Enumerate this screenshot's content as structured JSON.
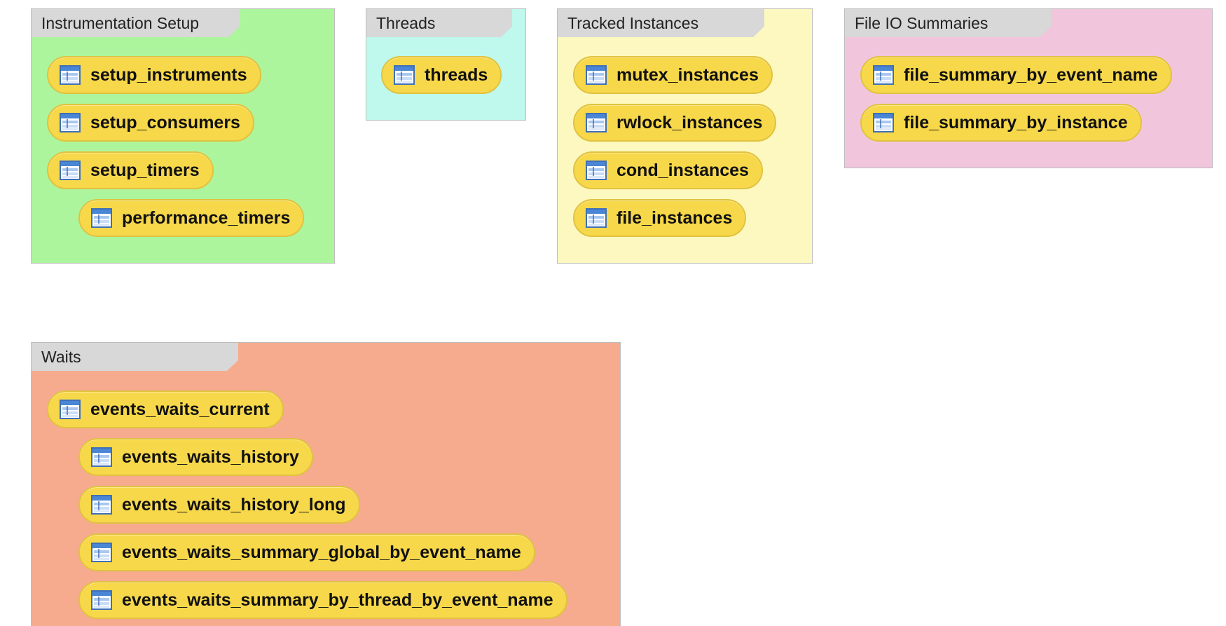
{
  "groups": [
    {
      "title": "Instrumentation Setup",
      "color": "#adf59c",
      "tables": [
        "setup_instruments",
        "setup_consumers",
        "setup_timers",
        "performance_timers"
      ]
    },
    {
      "title": "Threads",
      "color": "#bff8ec",
      "tables": [
        "threads"
      ]
    },
    {
      "title": "Tracked Instances",
      "color": "#fdf8bf",
      "tables": [
        "mutex_instances",
        "rwlock_instances",
        "cond_instances",
        "file_instances"
      ]
    },
    {
      "title": "File IO Summaries",
      "color": "#f1c6dc",
      "tables": [
        "file_summary_by_event_name",
        "file_summary_by_instance"
      ]
    },
    {
      "title": "Waits",
      "color": "#f6ab8f",
      "tables": [
        "events_waits_current",
        "events_waits_history",
        "events_waits_history_long",
        "events_waits_summary_global_by_event_name",
        "events_waits_summary_by_thread_by_event_name"
      ]
    }
  ],
  "icons": {
    "table": "table-icon"
  },
  "colors": {
    "pill_fill": "#f7d84a",
    "pill_border": "#e0c23f",
    "title_tab": "#d8d8d8"
  }
}
